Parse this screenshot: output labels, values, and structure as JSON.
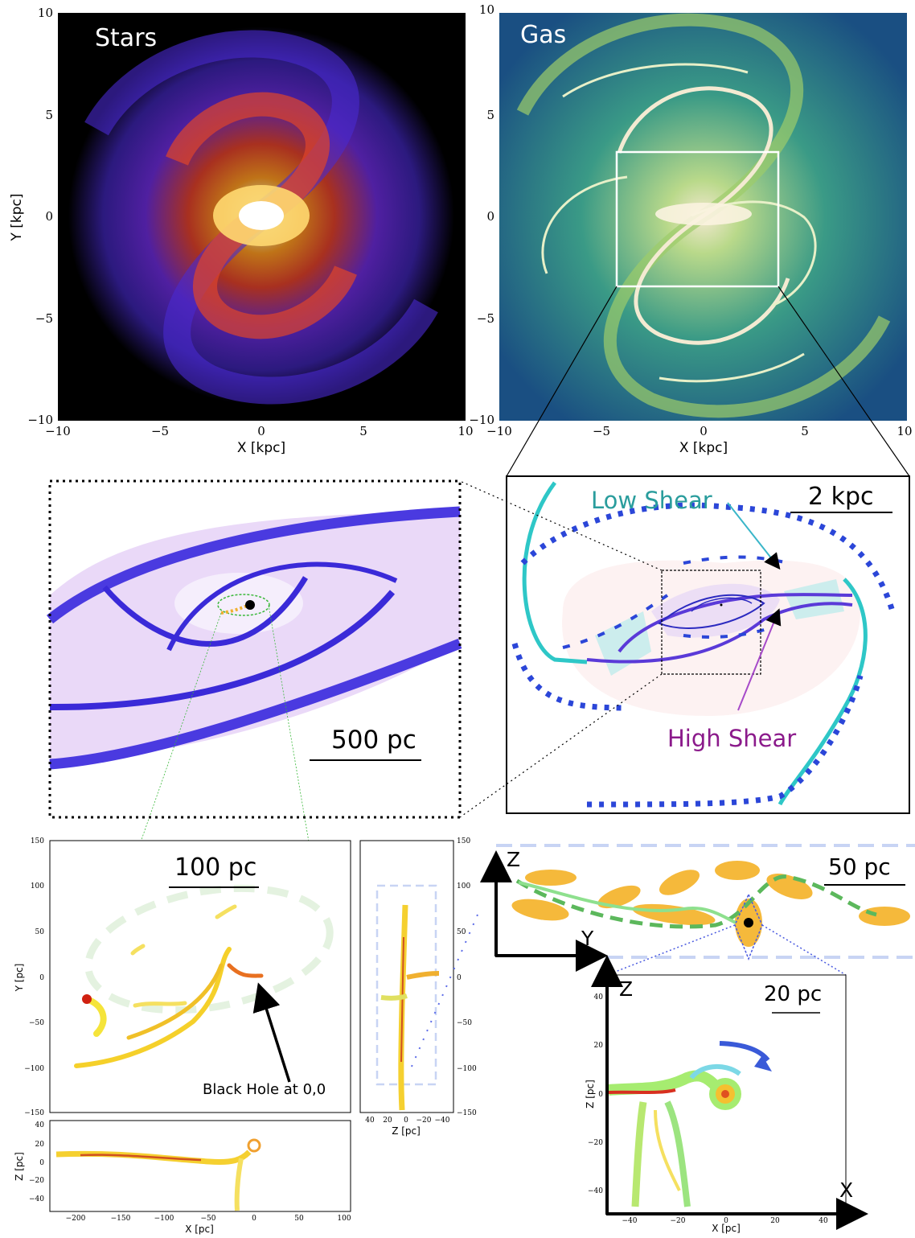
{
  "panels": {
    "stars": {
      "title": "Stars",
      "x_ticks": [
        "−10",
        "−5",
        "0",
        "5",
        "10"
      ],
      "y_ticks": [
        "10",
        "5",
        "0",
        "−5",
        "−10"
      ],
      "xlabel": "X [kpc]",
      "ylabel": "Y [kpc]"
    },
    "gas": {
      "title": "Gas",
      "x_ticks": [
        "−10",
        "−5",
        "0",
        "5",
        "10"
      ],
      "y_ticks": [
        "10",
        "5",
        "0",
        "−5",
        "−10"
      ],
      "xlabel": "X [kpc]"
    },
    "zoom_2kpc": {
      "scale_label": "2 kpc",
      "low_shear": "Low Shear",
      "high_shear": "High Shear",
      "low_shear_color": "#2a9d9d",
      "high_shear_color": "#8b1a8b"
    },
    "zoom_500pc": {
      "scale_label": "500 pc"
    },
    "xy_pc": {
      "scale_label": "100 pc",
      "x_ticks": [
        "−200",
        "−150",
        "−100",
        "−50",
        "0",
        "50",
        "100"
      ],
      "y_ticks": [
        "150",
        "100",
        "50",
        "0",
        "−50",
        "−100",
        "−150"
      ],
      "xlabel": "X [pc]",
      "ylabel": "Y [pc]",
      "annotation": "Black Hole at 0,0"
    },
    "xz_pc": {
      "y_ticks": [
        "40",
        "20",
        "0",
        "−20",
        "−40"
      ],
      "ylabel": "Z [pc]",
      "x_ticks": [
        "−200",
        "−150",
        "−100",
        "−50",
        "0",
        "50",
        "100"
      ],
      "xlabel": "X [pc]"
    },
    "zy_pc": {
      "x_ticks": [
        "40",
        "20",
        "0",
        "−20",
        "−40"
      ],
      "xlabel": "Z [pc]",
      "y_ticks": [
        "150",
        "100",
        "50",
        "0",
        "−50",
        "−100",
        "−150"
      ]
    },
    "schematic_50pc": {
      "scale_label": "50 pc",
      "axis_z": "Z",
      "axis_y": "Y"
    },
    "zoom_20pc": {
      "scale_label": "20 pc",
      "axis_z": "Z",
      "axis_x": "X",
      "x_ticks": [
        "−40",
        "−20",
        "0",
        "20",
        "40"
      ],
      "y_ticks": [
        "40",
        "20",
        "0",
        "−20",
        "−40"
      ],
      "xlabel": "X [pc]",
      "ylabel": "Z [pc]"
    }
  }
}
